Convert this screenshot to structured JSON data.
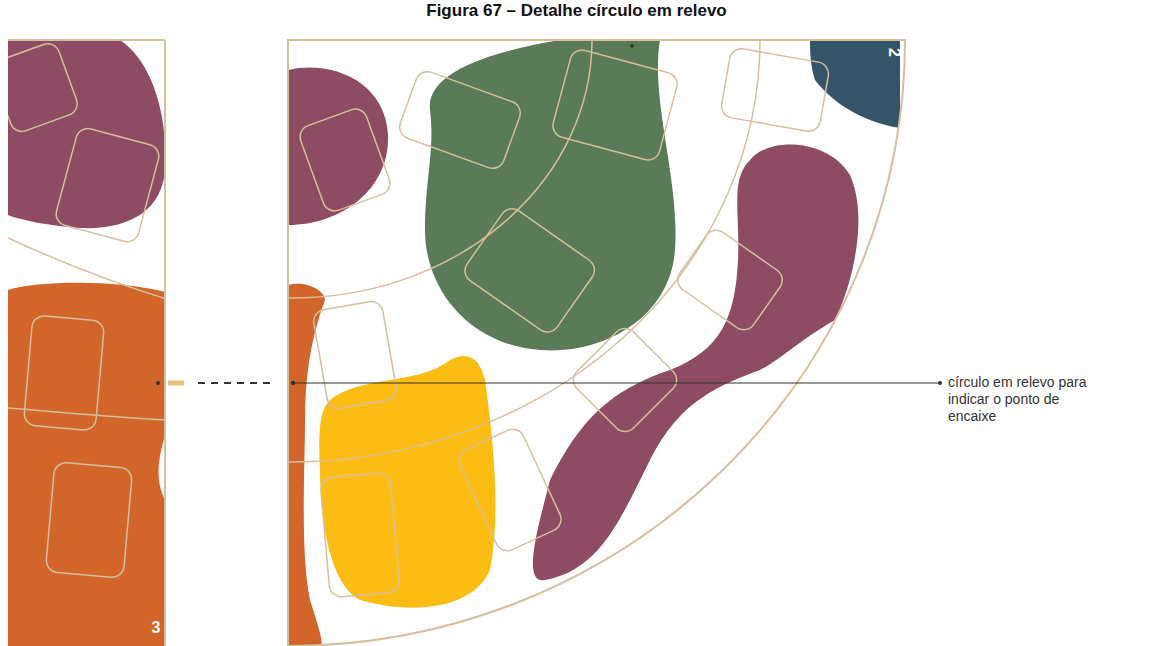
{
  "diagram": {
    "title": "Figura 67 – Detalhe círculo em relevo",
    "labels": [
      "2",
      "3",
      "círculo em relevo para indicar o ponto de encaixe"
    ]
  }
}
